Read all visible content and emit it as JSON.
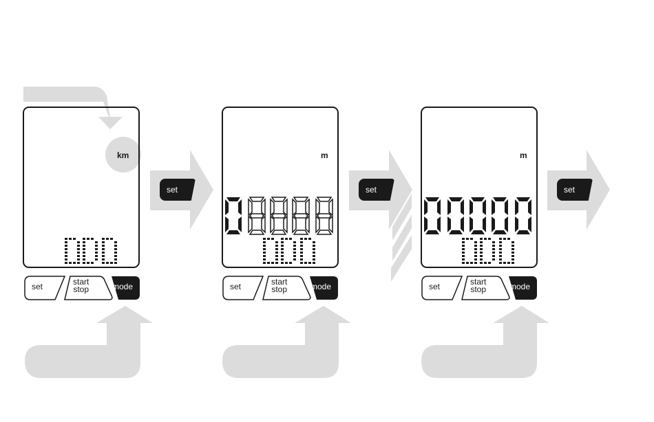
{
  "units": {
    "km": "km",
    "m": "m"
  },
  "odo_text": "ODO",
  "buttons": {
    "set": "set",
    "start_line1": "start",
    "start_line2": "stop",
    "mode": "mode"
  },
  "step_button_label": "set",
  "panel2_digits": "08888",
  "panel3_digits": "00000",
  "colors": {
    "arrow_gray": "#dcdcdc",
    "ink": "#1a1a1a"
  },
  "icons": [
    "curved-arrow-icon",
    "right-arrow-icon",
    "up-arrow-icon"
  ]
}
